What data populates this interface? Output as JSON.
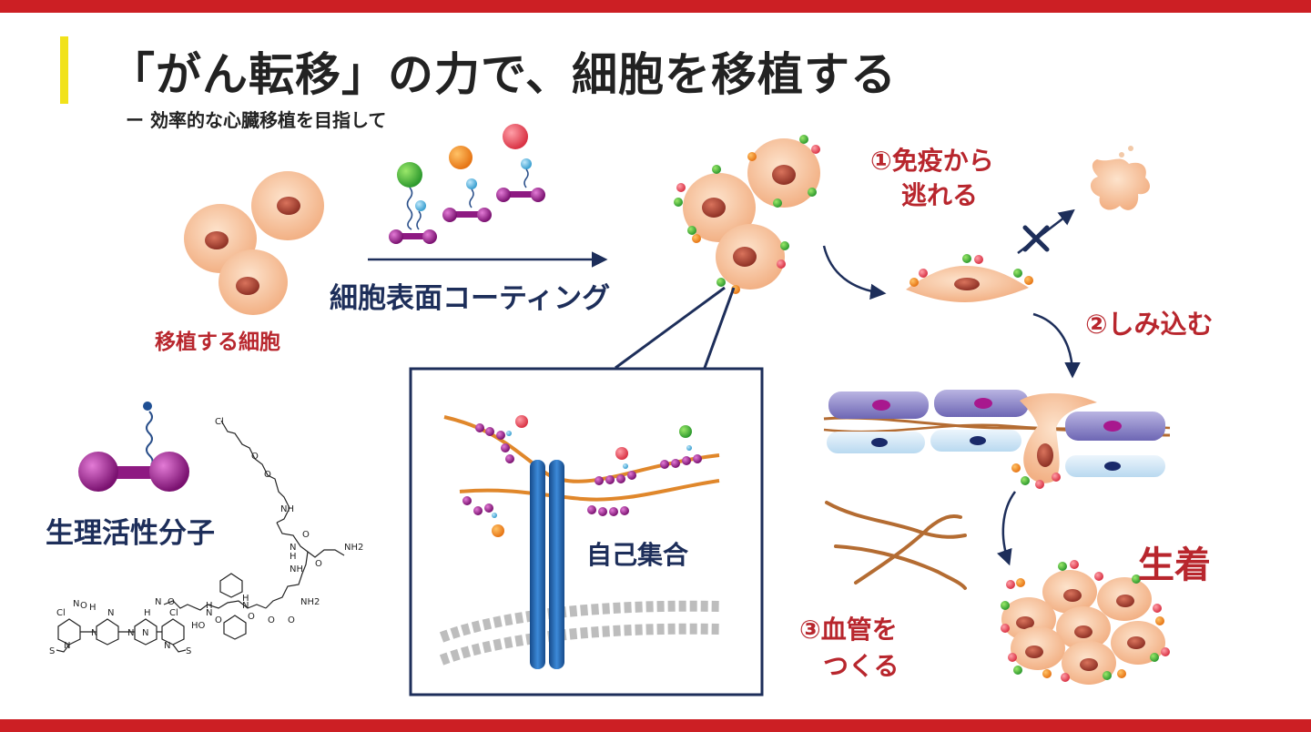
{
  "title": "「がん転移」の力で、細胞を移植する",
  "subtitle": "ー 効率的な心臓移植を目指して",
  "labels": {
    "transplant_cells": "移植する細胞",
    "surface_coating": "細胞表面コーティング",
    "bioactive_molecule": "生理活性分子",
    "self_assembly": "自己集合",
    "step1_line1": "①免疫から",
    "step1_line2": "逃れる",
    "step2": "②しみ込む",
    "engraftment": "生着",
    "step3_line1": "③血管を",
    "step3_line2": "つくる"
  },
  "chem_labels": [
    "Cl",
    "O",
    "O",
    "NH",
    "O",
    "N",
    "H",
    "NH2",
    "O",
    "NH",
    "NH2",
    "O",
    "Cl",
    "N",
    "H",
    "O",
    "N",
    "N",
    "N",
    "S",
    "Cl",
    "N",
    "O",
    "N",
    "H",
    "HO",
    "O",
    "N",
    "H",
    "O",
    "N",
    "H",
    "O",
    "N",
    "N",
    "S"
  ],
  "colors": {
    "brand_red": "#cc1f24",
    "accent_yellow": "#f1e21a",
    "label_red": "#b8262d",
    "label_navy": "#1d2e5a",
    "cell": "#f5c097",
    "nucleus": "#b04a3a",
    "linker_purple": "#8e1a82",
    "receptor_blue": "#1f5fa8",
    "arrow_navy": "#1d2e5a"
  }
}
